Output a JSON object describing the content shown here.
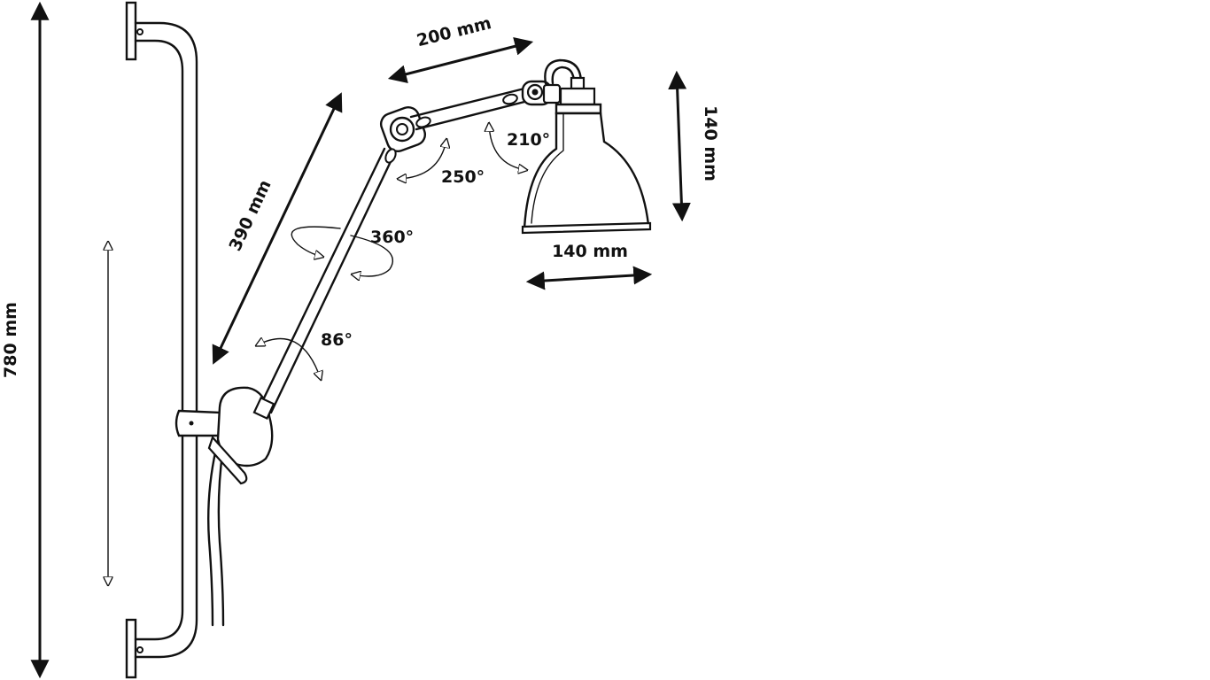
{
  "colors": {
    "ink": "#111111",
    "background": "#ffffff"
  },
  "dimensions": {
    "total_height": "780 mm",
    "arm_lower_length": "390 mm",
    "arm_upper_length": "200 mm",
    "shade_height": "140 mm",
    "shade_width": "140 mm"
  },
  "angles": {
    "elbow": "250°",
    "shade_joint": "210°",
    "arm_rotation": "360°",
    "base_joint": "86°"
  }
}
